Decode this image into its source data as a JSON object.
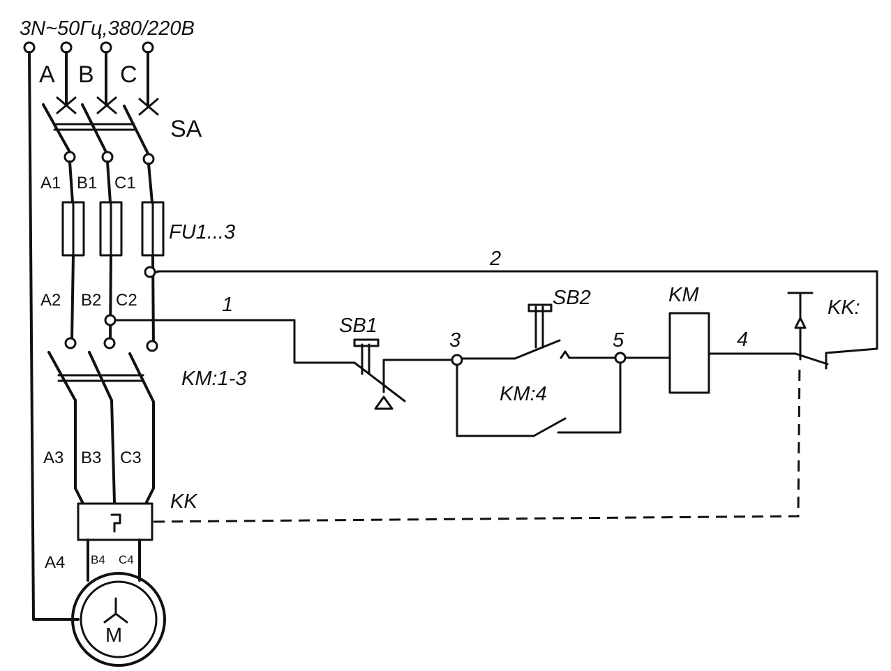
{
  "supply": {
    "label": "3N~50Гц,380/220В",
    "phases": [
      "A",
      "B",
      "C"
    ]
  },
  "switch_label": "SA",
  "terminals": {
    "row1": [
      "A1",
      "B1",
      "C1"
    ],
    "row2": [
      "A2",
      "B2",
      "C2"
    ],
    "row3": [
      "A3",
      "B3",
      "C3"
    ],
    "row4": [
      "A4",
      "B4",
      "C4"
    ]
  },
  "fuses_label": "FU1...3",
  "contactor_main_label": "KM:1-3",
  "overload_label": "KK",
  "motor_label": "M",
  "control": {
    "wire_1": "1",
    "wire_2": "2",
    "node_3": "3",
    "node_4": "4",
    "node_5": "5",
    "stop_button": "SB1",
    "start_button": "SB2",
    "coil": "KM",
    "holding_contact": "KM:4",
    "overload_contact": "KK:"
  }
}
